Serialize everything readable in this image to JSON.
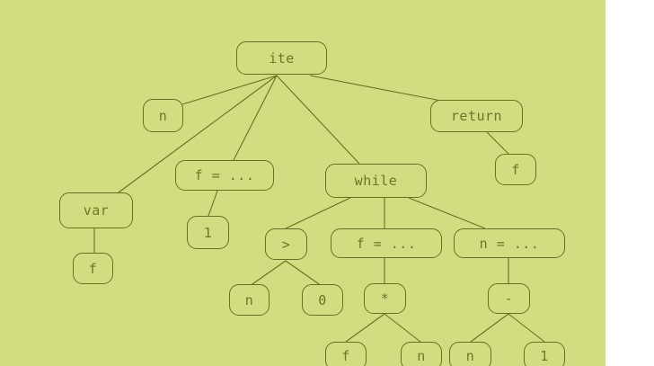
{
  "tree": {
    "root": {
      "label": "ite"
    },
    "n_left": {
      "label": "n"
    },
    "return": {
      "label": "return"
    },
    "return_f": {
      "label": "f"
    },
    "var": {
      "label": "var"
    },
    "var_f": {
      "label": "f"
    },
    "assign_f_top": {
      "label": "f = ..."
    },
    "one_top": {
      "label": "1"
    },
    "while": {
      "label": "while"
    },
    "gt": {
      "label": ">"
    },
    "gt_n": {
      "label": "n"
    },
    "gt_zero": {
      "label": "0"
    },
    "assign_f": {
      "label": "f = ..."
    },
    "mul": {
      "label": "*"
    },
    "mul_f": {
      "label": "f"
    },
    "mul_n": {
      "label": "n"
    },
    "assign_n": {
      "label": "n = ..."
    },
    "minus": {
      "label": "-"
    },
    "minus_n": {
      "label": "n"
    },
    "minus_one": {
      "label": "1"
    }
  },
  "colors": {
    "background": "#d1dd80",
    "stroke": "#6b7020",
    "text": "#6f7528"
  }
}
